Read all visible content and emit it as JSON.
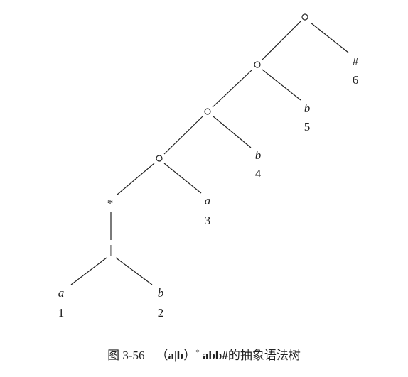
{
  "diagram": {
    "nodes": [
      {
        "id": "cat5",
        "kind": "concat",
        "symbol": "○"
      },
      {
        "id": "cat4",
        "kind": "concat",
        "symbol": "○"
      },
      {
        "id": "cat3",
        "kind": "concat",
        "symbol": "○"
      },
      {
        "id": "cat2",
        "kind": "concat",
        "symbol": "○"
      },
      {
        "id": "star",
        "kind": "star",
        "symbol": "*"
      },
      {
        "id": "or",
        "kind": "or",
        "symbol": "|"
      },
      {
        "id": "leaf1",
        "kind": "leaf",
        "symbol": "a",
        "position": "1"
      },
      {
        "id": "leaf2",
        "kind": "leaf",
        "symbol": "b",
        "position": "2"
      },
      {
        "id": "leaf3",
        "kind": "leaf",
        "symbol": "a",
        "position": "3"
      },
      {
        "id": "leaf4",
        "kind": "leaf",
        "symbol": "b",
        "position": "4"
      },
      {
        "id": "leaf5",
        "kind": "leaf",
        "symbol": "b",
        "position": "5"
      },
      {
        "id": "leaf6",
        "kind": "leaf",
        "symbol": "#",
        "position": "6"
      }
    ],
    "edges": [
      [
        "cat5",
        "cat4"
      ],
      [
        "cat5",
        "leaf6"
      ],
      [
        "cat4",
        "cat3"
      ],
      [
        "cat4",
        "leaf5"
      ],
      [
        "cat3",
        "cat2"
      ],
      [
        "cat3",
        "leaf4"
      ],
      [
        "cat2",
        "star"
      ],
      [
        "cat2",
        "leaf3"
      ],
      [
        "star",
        "or"
      ],
      [
        "or",
        "leaf1"
      ],
      [
        "or",
        "leaf2"
      ]
    ]
  },
  "caption": {
    "figure_number": "图 3-56",
    "regex": "（a|b）* abb#",
    "regex_open": "（",
    "regex_ab": "a|b",
    "regex_close": "）",
    "regex_star": "*",
    "regex_rest": "abb#",
    "suffix": "的抽象语法树"
  }
}
